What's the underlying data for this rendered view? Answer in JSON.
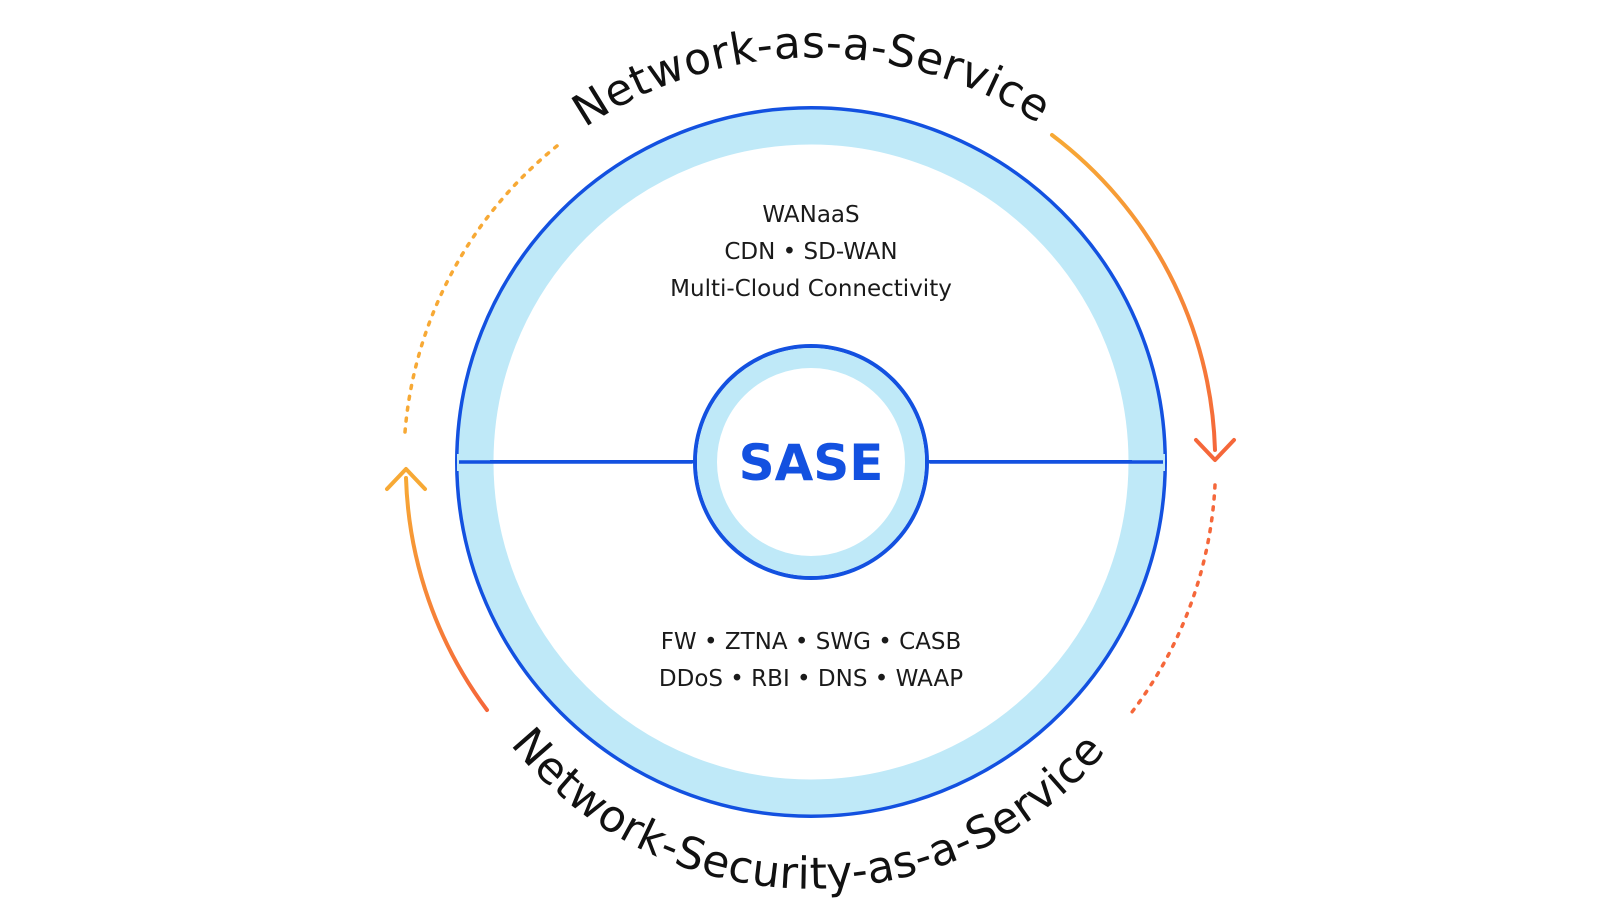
{
  "diagram": {
    "outer_top_label": "Network-as-a-Service",
    "outer_bottom_label": "Network-Security-as-a-Service",
    "center_label": "SASE",
    "top_half": {
      "lines": [
        "WANaaS",
        "CDN • SD-WAN",
        "Multi-Cloud Connectivity"
      ]
    },
    "bottom_half": {
      "lines": [
        "FW • ZTNA • SWG • CASB",
        "DDoS • RBI • DNS • WAAP"
      ]
    }
  },
  "colors": {
    "ring_stroke": "#1351e0",
    "ring_fill": "#bfe9f8",
    "center_text": "#1351e0",
    "arrow_start": "#f7a935",
    "arrow_end": "#f5673a",
    "label_text": "#111111"
  }
}
